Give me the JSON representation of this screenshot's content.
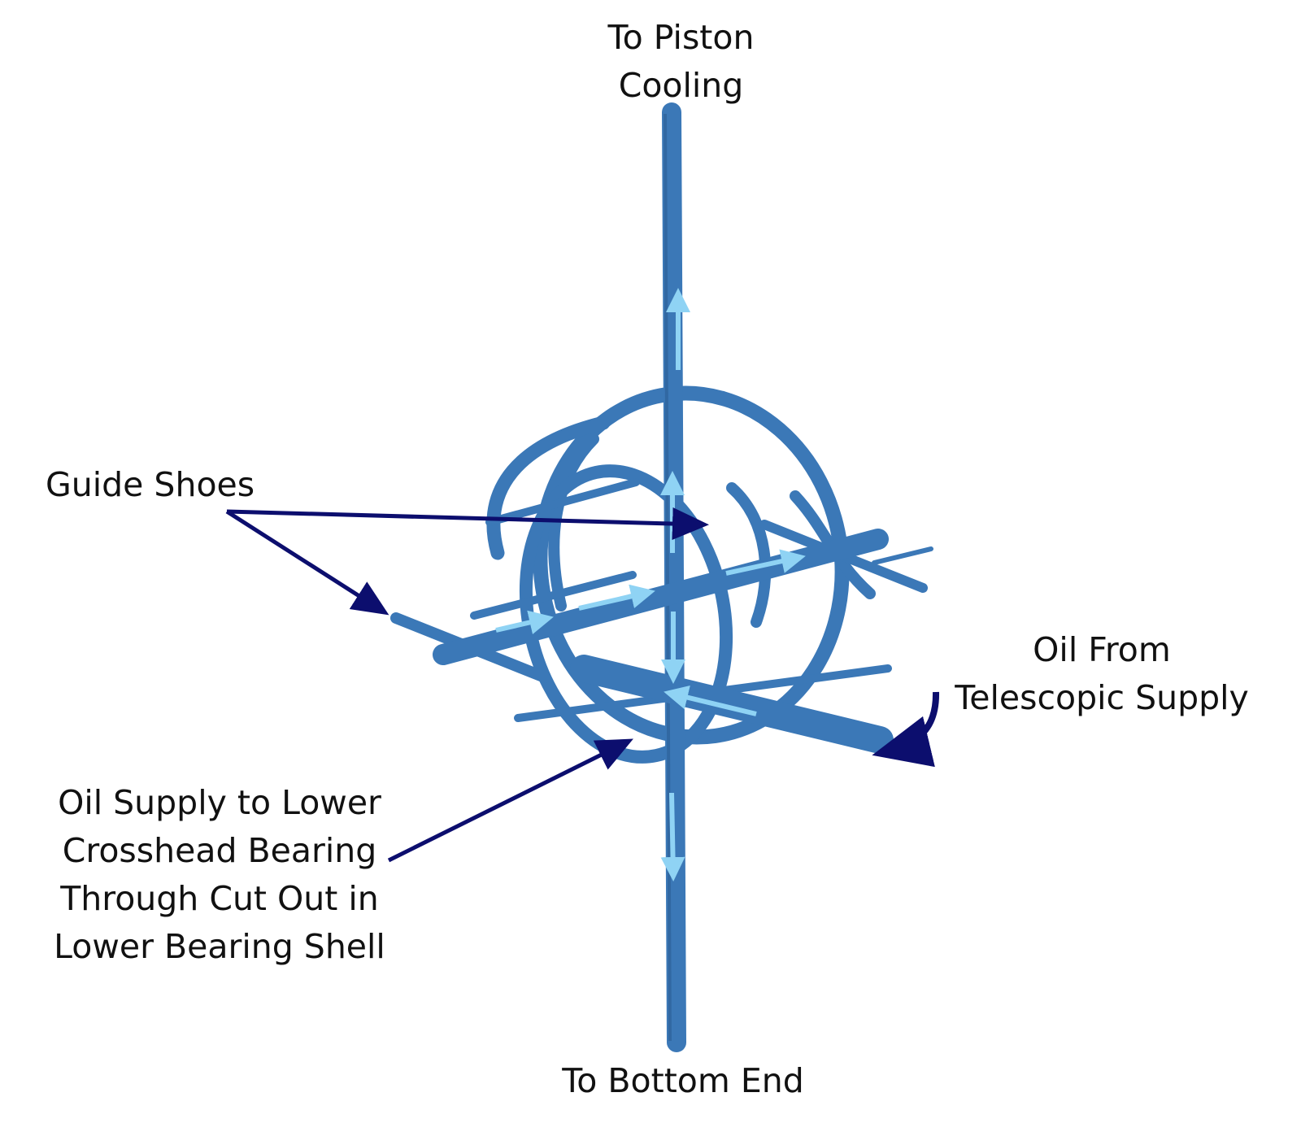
{
  "labels": {
    "top": [
      "To Piston",
      "Cooling"
    ],
    "bottom": "To Bottom End",
    "guide_shoes": "Guide Shoes",
    "oil_from": [
      "Oil From",
      "Telescopic Supply"
    ],
    "oil_supply": [
      "Oil Supply to Lower",
      "Crosshead Bearing",
      "Through Cut Out in",
      "Lower Bearing Shell"
    ]
  },
  "colors": {
    "pipe": "#3b78b7",
    "pipe_dark": "#2b5f95",
    "flow_arrow": "#8fd3f4",
    "callout": "#0c0e6e",
    "text": "#111111"
  },
  "icons": {
    "flow": "light-blue-arrow-icon",
    "callout": "dark-navy-arrow-icon"
  }
}
